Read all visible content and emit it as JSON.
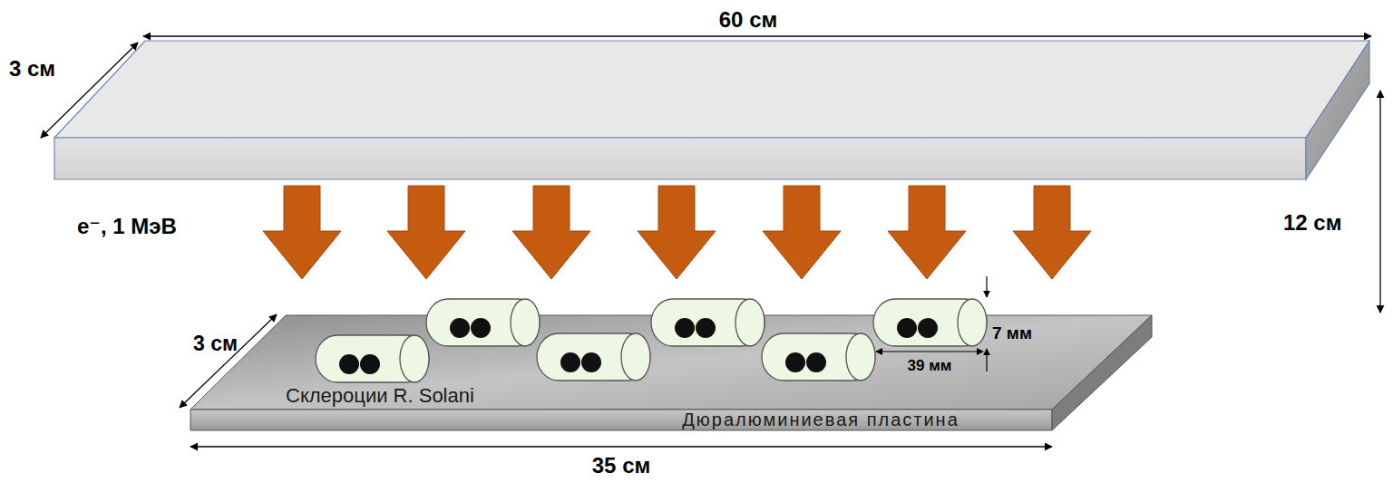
{
  "diagram": {
    "nodes": [
      {
        "text": [
          "Склероции R. Solani",
          "Дюралюминиевая пластина"
        ]
      }
    ],
    "labels": [
      "60 см",
      "3 см",
      "e⁻, 1 МэВ",
      "12 см",
      "3 см",
      "7 мм",
      "39 мм",
      "35 см"
    ]
  }
}
